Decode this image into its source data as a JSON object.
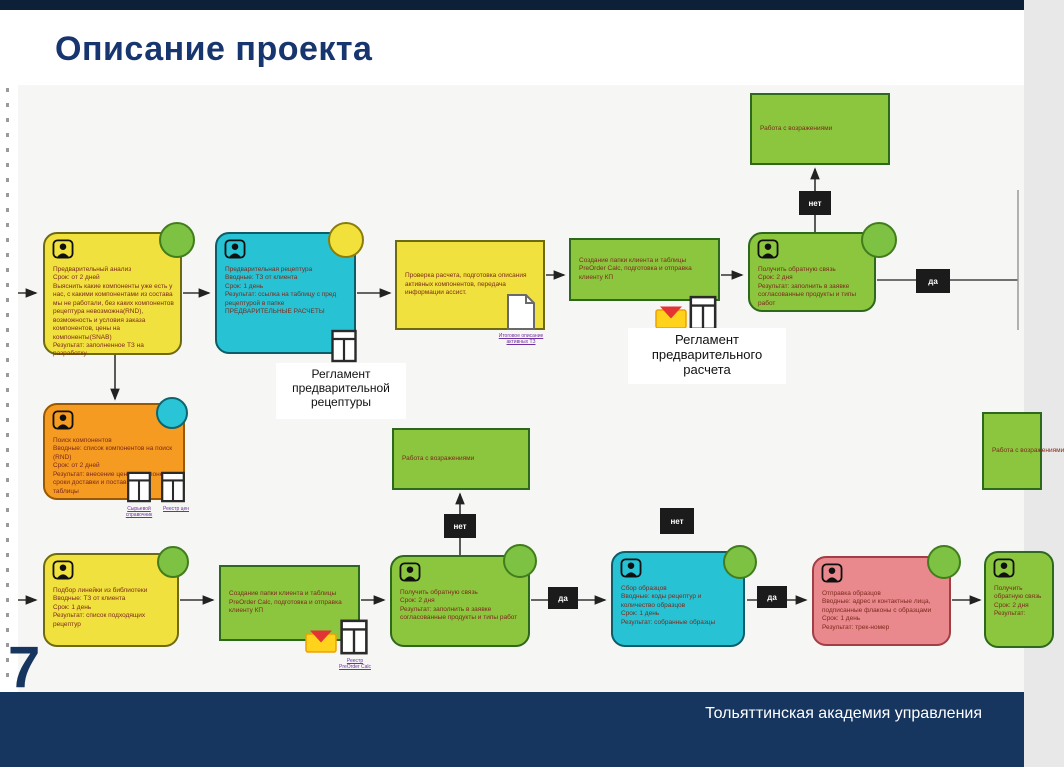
{
  "slide": {
    "title": "Описание проекта",
    "page_number": "7",
    "footer": "Тольяттинская академия управления"
  },
  "labels": {
    "yes": "да",
    "no": "нет",
    "reg_recipe": "Регламент\nпредварительной\nрецептуры",
    "reg_calc": "Регламент\nпредварительного\nрасчета"
  },
  "nodes": {
    "prelim_analysis": {
      "text": "Предварительный анализ\nСрок: от 2 дней\nВыяснить какие компоненты уже есть у нас, с какими компонентами из состава мы не работали, без каких компонентов рецептура невозможна(RND), возможность и условия заказа компонентов, цены на компоненты(SNAB)\nРезультат: заполненное ТЗ на разработку"
    },
    "prelim_recipe": {
      "text": "Предварительная рецептура\nВводные: ТЗ от клиента\nСрок: 1 день\nРезультат: ссылка на таблицу с пред рецептурой в папке ПРЕДВАРИТЕЛЬНЫЕ РАСЧЕТЫ"
    },
    "check_calc": {
      "text": "Проверка расчета, подготовка описания активных компонентов, передача информации ассист."
    },
    "create_folder_top": {
      "text": "Создание папки клиента и таблицы PreOrder Calc, подготовка и отправка клиенту КП"
    },
    "objections_top": {
      "text": "Работа с возражениями"
    },
    "feedback_top": {
      "text": "Получить обратную связь\nСрок: 2 дня\nРезультат: заполнить в заявке согласованные продукты и типы работ"
    },
    "search_components": {
      "text": "Поиск компонентов\nВводные: список компонентов на поиск (RND)\nСрок: от 2 дней\nРезультат: внесение цен на компоненты, сроки доставки и поставщиков в таблицы"
    },
    "objections_mid": {
      "text": "Работа с возражениями"
    },
    "objections_right": {
      "text": "Работа с возражениями"
    },
    "select_line": {
      "text": "Подбор линейки из библиотеки\nВводные: ТЗ от клиента\nСрок: 1 день\nРезультат: список подходящих рецептур"
    },
    "create_folder_bottom": {
      "text": "Создание папки клиента и таблицы PreOrder Calc, подготовка и отправка клиенту КП"
    },
    "feedback_bottom": {
      "text": "Получить обратную связь\nСрок: 2 дня\nРезультат: заполнить в заявке согласованные продукты и типы работ"
    },
    "collect_samples": {
      "text": "Сбор образцов\nВводные: коды рецептур и количество образцов\nСрок: 1 день\nРезультат: собранные образцы"
    },
    "send_samples": {
      "text": "Отправка образцов\nВводные: адрес и контактные лица, подписанные флаконы с образцами\nСрок: 1 день\nРезультат: трек-номер"
    },
    "feedback_right": {
      "text": "Получить обратную связь\nСрок: 2 дня\nРезультат:"
    }
  },
  "attachments": {
    "final_description": "Итоговое описание активных ТЗ",
    "raw_materials": "Сырьевой справочник",
    "price_registry": "Реестр цен",
    "preorder_registry": "Реестр PreOrder Calc"
  },
  "icons": {
    "person": "person-icon",
    "table": "table-icon",
    "document": "document-icon",
    "envelope": "envelope-icon"
  },
  "colors": {
    "accent_navy": "#17356e",
    "footer_bar": "#16355f",
    "top_bar": "#0c2038",
    "node_yellow": "#f1e13e",
    "node_cyan": "#27c3d5",
    "node_green": "#8cc63f",
    "node_orange": "#f59b21",
    "node_pink": "#e9898e",
    "decision_bg": "#1b1b1b",
    "node_text": "#7c2a1b"
  }
}
